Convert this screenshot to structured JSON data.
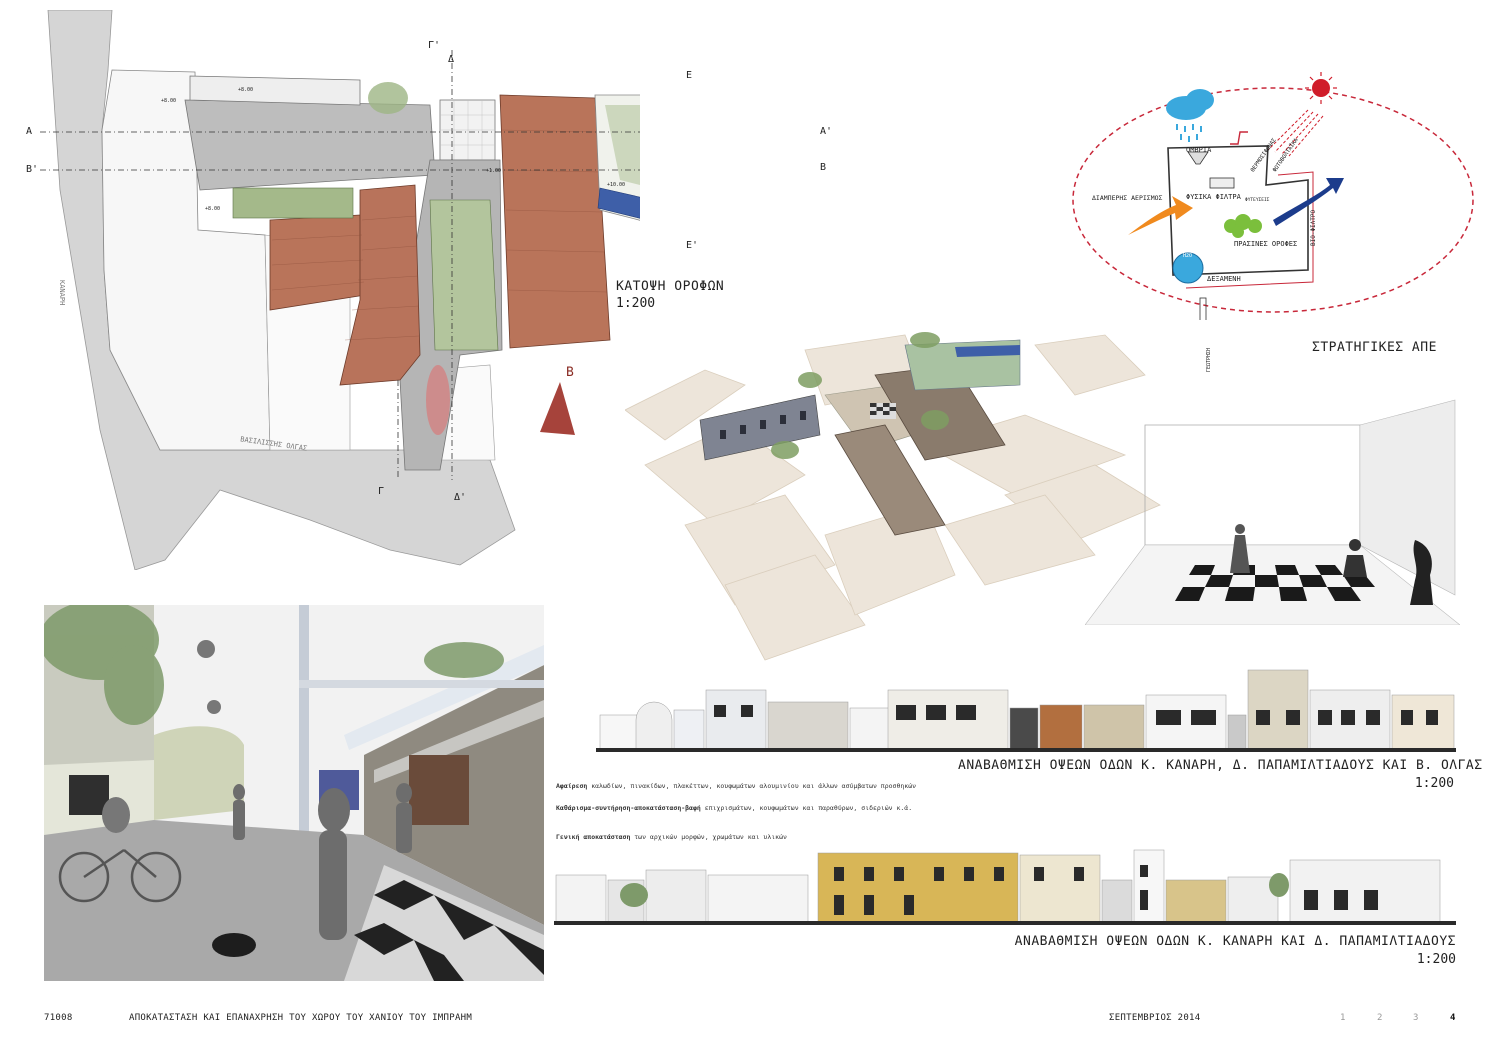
{
  "plan": {
    "title": "ΚΑΤΟΨΗ ΟΡΟΦΩΝ",
    "scale": "1:200",
    "street_labels": [
      "ΚΑΝΑΡΗ",
      "ΒΑΣΙΛΙΣΣΗΣ ΟΛΓΑΣ"
    ],
    "section_marks": [
      "Α",
      "Α'",
      "Β'",
      "Β",
      "Γ",
      "Γ'",
      "Δ",
      "Δ'",
      "Ε",
      "Ε'"
    ],
    "north_label": "Β",
    "levels": [
      "+8.00",
      "+8.00",
      "+8.00",
      "+10.00",
      "+1.00"
    ]
  },
  "diagram": {
    "title": "ΣΤΡΑΤΗΓΙΚΕΣ ΑΠΕ",
    "labels": {
      "ombria": "ΟΜΒΡΙΑ",
      "filters": "ΦΥΣΙΚΑ ΦΙΛΤΡΑ",
      "aerismos": "ΔΙΑΜΠΕΡΗΣ ΑΕΡΙΣΜΟΣ",
      "roofs": "ΠΡΑΣΙΝΕΣ ΟΡΟΦΕΣ",
      "tank": "ΔΕΞΑΜΕΝΗ",
      "h2o": "H2O",
      "biofilter": "ΒΙΟ-ΦΙΛΤΡΟ",
      "solar": "ΦΩΤΟΒΟΛΤΑΪΚΑ",
      "thermo": "ΘΕΡΜΟΣΙΦΩΝΑΣ",
      "well": "ΓΕΩΤΡΗΣΗ",
      "plants": "ΦΥΤΕΥΣΕΙΣ"
    },
    "colors": {
      "ellipse": "#c8283a",
      "rain": "#3aa8dd",
      "sun": "#d01d2a",
      "arrow": "#f08a1e",
      "duct": "#1c3c8c",
      "green": "#7bbf3c"
    }
  },
  "elevation1": {
    "title": "ΑΝΑΒΑΘΜΙΣΗ ΟΨΕΩΝ   ΟΔΩΝ Κ. ΚΑΝΑΡΗ, Δ. ΠΑΠΑΜΙΛΤΙΑΔΟΥΣ ΚΑΙ Β. ΟΛΓΑΣ",
    "scale": "1:200"
  },
  "elevation2": {
    "title": "ΑΝΑΒΑΘΜΙΣΗ ΟΨΕΩΝ   ΟΔΩΝ Κ. ΚΑΝΑΡΗ ΚΑΙ Δ. ΠΑΠΑΜΙΛΤΙΑΔΟΥΣ",
    "scale": "1:200"
  },
  "notes": [
    {
      "bold": "Αφαίρεση",
      "rest": " καλωδίων, πινακίδων, πλακέττων, κουφωμάτων αλουμινίου και άλλων ασύμβατων προσθηκών"
    },
    {
      "bold": "Καθάρισμα-συντήρηση-αποκατάσταση-βαφή",
      "rest": " επιχρισμάτων, κουφωμάτων και παραθύρων, σιδεριών κ.ά."
    },
    {
      "bold": "Γενική αποκατάσταση",
      "rest": " των αρχικών μορφών, χρωμάτων και υλικών"
    }
  ],
  "footer": {
    "code": "71008",
    "project": "ΑΠΟΚΑΤΑΣΤΑΣΗ ΚΑΙ ΕΠΑΝΑΧΡΗΣΗ ΤΟΥ ΧΩΡΟΥ ΤΟΥ ΧΑΝΙΟΥ ΤΟΥ ΙΜΠΡΑΗΜ",
    "date": "ΣΕΠΤΕΜΒΡΙΟΣ 2014",
    "pages": [
      "1",
      "2",
      "3",
      "4"
    ],
    "current_page": "4"
  }
}
